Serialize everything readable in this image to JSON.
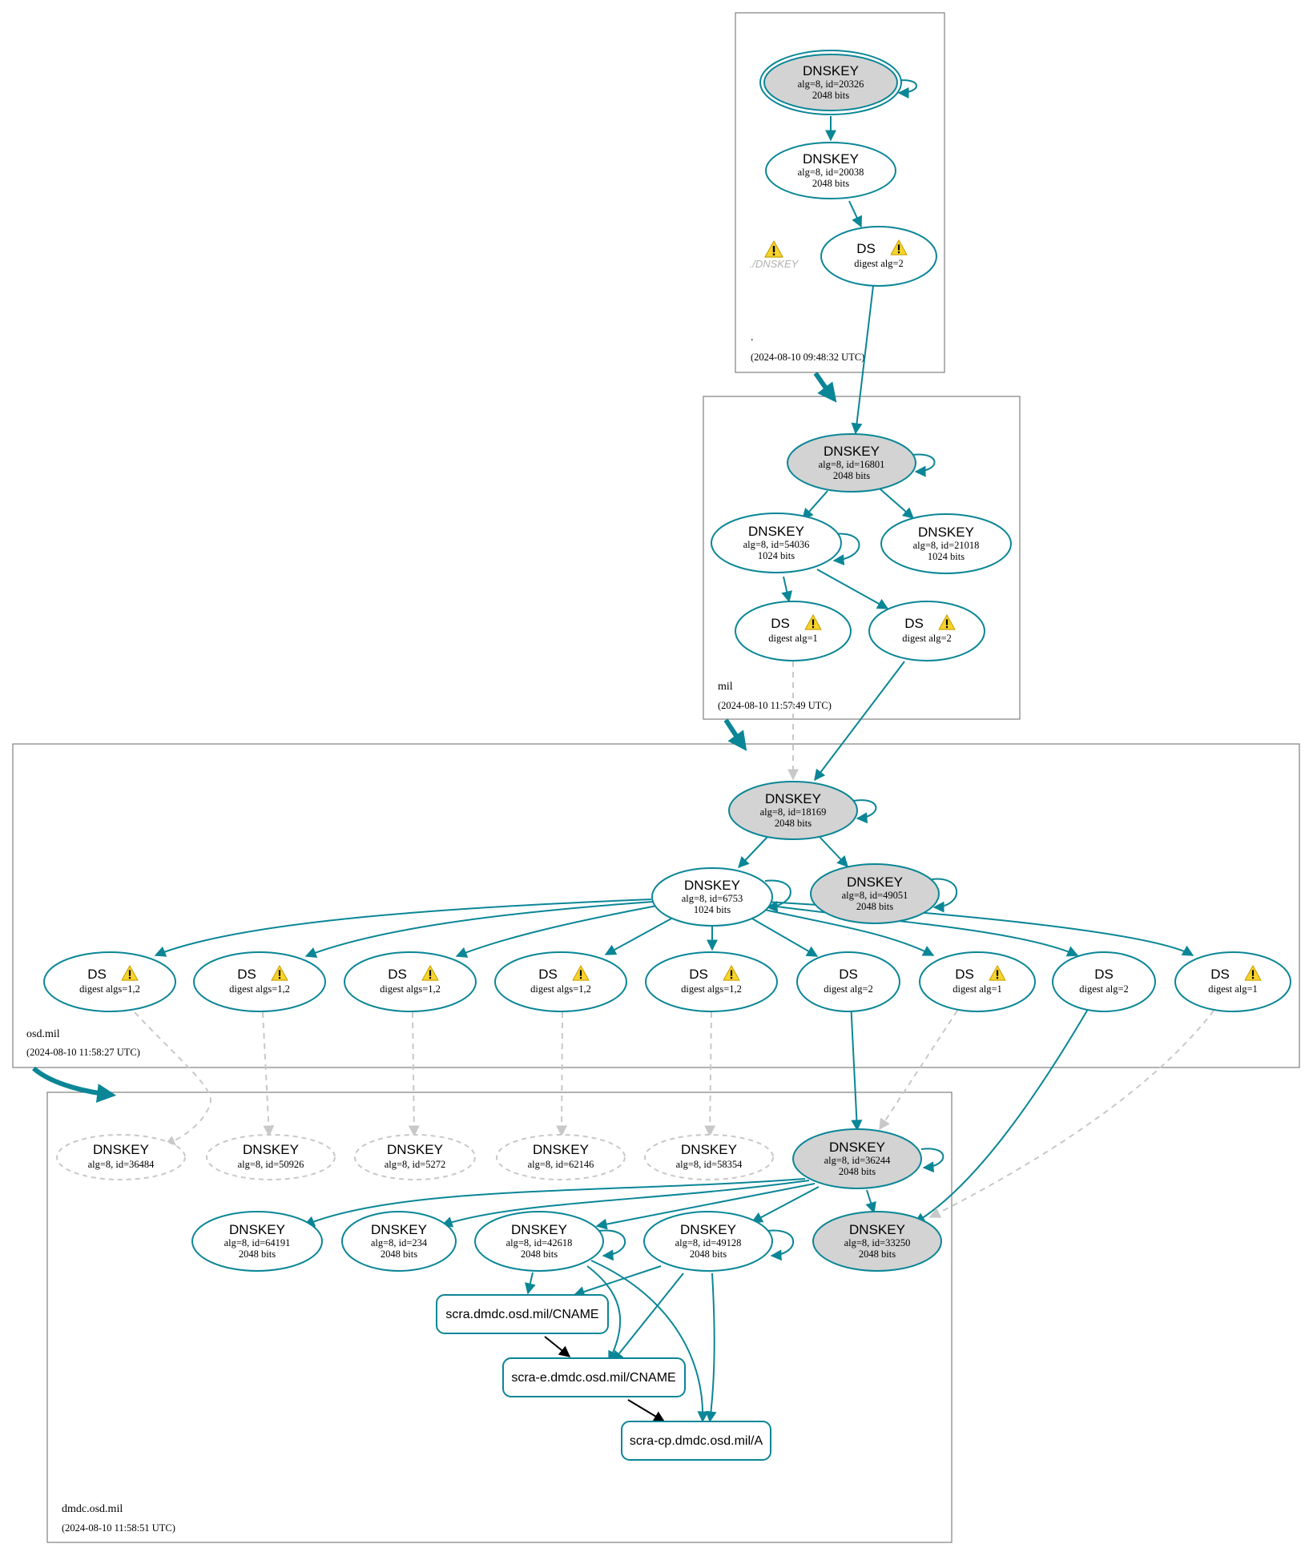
{
  "colors": {
    "edge": "#0a8696",
    "ksk_fill": "#d3d3d3",
    "warn": "#f6d32d",
    "insecure": "#c8c8c8"
  },
  "zones": [
    {
      "id": "root",
      "name": ".",
      "time": "(2024-08-10 09:48:32 UTC)"
    },
    {
      "id": "mil",
      "name": "mil",
      "time": "(2024-08-10 11:57:49 UTC)"
    },
    {
      "id": "osdmil",
      "name": "osd.mil",
      "time": "(2024-08-10 11:58:27 UTC)"
    },
    {
      "id": "dmdc",
      "name": "dmdc.osd.mil",
      "time": "(2024-08-10 11:58:51 UTC)"
    }
  ],
  "root_ghost_label": "./DNSKEY",
  "nodes": {
    "r_ksk": {
      "title": "DNSKEY",
      "l2": "alg=8, id=20326",
      "l3": "2048 bits"
    },
    "r_zsk": {
      "title": "DNSKEY",
      "l2": "alg=8, id=20038",
      "l3": "2048 bits"
    },
    "r_ds": {
      "title": "DS",
      "l2": "digest alg=2"
    },
    "m_ksk": {
      "title": "DNSKEY",
      "l2": "alg=8, id=16801",
      "l3": "2048 bits"
    },
    "m_z1": {
      "title": "DNSKEY",
      "l2": "alg=8, id=54036",
      "l3": "1024 bits"
    },
    "m_z2": {
      "title": "DNSKEY",
      "l2": "alg=8, id=21018",
      "l3": "1024 bits"
    },
    "m_ds1": {
      "title": "DS",
      "l2": "digest alg=1"
    },
    "m_ds2": {
      "title": "DS",
      "l2": "digest alg=2"
    },
    "o_ksk": {
      "title": "DNSKEY",
      "l2": "alg=8, id=18169",
      "l3": "2048 bits"
    },
    "o_zsk": {
      "title": "DNSKEY",
      "l2": "alg=8, id=6753",
      "l3": "1024 bits"
    },
    "o_k2": {
      "title": "DNSKEY",
      "l2": "alg=8, id=49051",
      "l3": "2048 bits"
    },
    "o_ds1": {
      "title": "DS",
      "l2": "digest algs=1,2"
    },
    "o_ds2": {
      "title": "DS",
      "l2": "digest algs=1,2"
    },
    "o_ds3": {
      "title": "DS",
      "l2": "digest algs=1,2"
    },
    "o_ds4": {
      "title": "DS",
      "l2": "digest algs=1,2"
    },
    "o_ds5": {
      "title": "DS",
      "l2": "digest algs=1,2"
    },
    "o_ds6": {
      "title": "DS",
      "l2": "digest alg=2"
    },
    "o_ds7": {
      "title": "DS",
      "l2": "digest alg=1"
    },
    "o_ds8": {
      "title": "DS",
      "l2": "digest alg=2"
    },
    "o_ds9": {
      "title": "DS",
      "l2": "digest alg=1"
    },
    "d_g1": {
      "title": "DNSKEY",
      "l2": "alg=8, id=36484"
    },
    "d_g2": {
      "title": "DNSKEY",
      "l2": "alg=8, id=50926"
    },
    "d_g3": {
      "title": "DNSKEY",
      "l2": "alg=8, id=5272"
    },
    "d_g4": {
      "title": "DNSKEY",
      "l2": "alg=8, id=62146"
    },
    "d_g5": {
      "title": "DNSKEY",
      "l2": "alg=8, id=58354"
    },
    "d_ksk": {
      "title": "DNSKEY",
      "l2": "alg=8, id=36244",
      "l3": "2048 bits"
    },
    "d_k64": {
      "title": "DNSKEY",
      "l2": "alg=8, id=64191",
      "l3": "2048 bits"
    },
    "d_k234": {
      "title": "DNSKEY",
      "l2": "alg=8, id=234",
      "l3": "2048 bits"
    },
    "d_k426": {
      "title": "DNSKEY",
      "l2": "alg=8, id=42618",
      "l3": "2048 bits"
    },
    "d_k491": {
      "title": "DNSKEY",
      "l2": "alg=8, id=49128",
      "l3": "2048 bits"
    },
    "d_k332": {
      "title": "DNSKEY",
      "l2": "alg=8, id=33250",
      "l3": "2048 bits"
    }
  },
  "rrsets": {
    "cname1": "scra.dmdc.osd.mil/CNAME",
    "cname2": "scra-e.dmdc.osd.mil/CNAME",
    "arec": "scra-cp.dmdc.osd.mil/A"
  }
}
